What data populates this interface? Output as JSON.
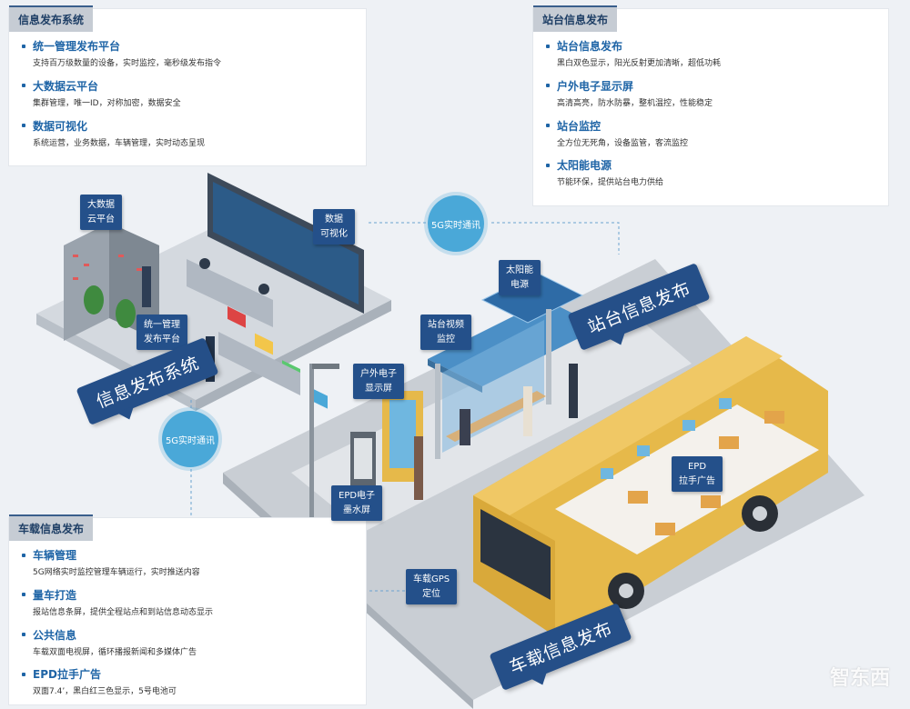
{
  "panels": {
    "publish": {
      "title": "信息发布系统",
      "items": [
        {
          "title": "统一管理发布平台",
          "desc": "支持百万级数量的设备，实时监控，毫秒级发布指令"
        },
        {
          "title": "大数据云平台",
          "desc": "集群管理，唯一ID，对称加密，数据安全"
        },
        {
          "title": "数据可视化",
          "desc": "系统运营，业务数据，车辆管理，实时动态呈现"
        }
      ]
    },
    "station": {
      "title": "站台信息发布",
      "items": [
        {
          "title": "站台信息发布",
          "desc": "黑白双色显示，阳光反射更加清晰，超低功耗"
        },
        {
          "title": "户外电子显示屏",
          "desc": "高清高亮，防水防暴，整机温控，性能稳定"
        },
        {
          "title": "站台监控",
          "desc": "全方位无死角，设备监管，客流监控"
        },
        {
          "title": "太阳能电源",
          "desc": "节能环保，提供站台电力供给"
        }
      ]
    },
    "vehicle": {
      "title": "车载信息发布",
      "items": [
        {
          "title": "车辆管理",
          "desc": "5G网络实时监控管理车辆运行，实时推送内容"
        },
        {
          "title": "量车打造",
          "desc": "报站信息条屏，提供全程站点和到站信息动态显示"
        },
        {
          "title": "公共信息",
          "desc": "车载双面电视屏，循环播报新闻和多媒体广告"
        },
        {
          "title": "EPD拉手广告",
          "desc": "双面7.4’，黑白红三色显示，5号电池可"
        }
      ]
    }
  },
  "labels": {
    "bigdata": "大数据\n云平台",
    "visual": "数据\n可视化",
    "unified": "统一管理\n发布平台",
    "solar": "太阳能\n电源",
    "video": "站台视频\n监控",
    "outdoor": "户外电子\n显示屏",
    "epd_ink": "EPD电子\n墨水屏",
    "epd_ad": "EPD\n拉手广告",
    "gps": "车载GPS\n定位"
  },
  "banners": {
    "publish": "信息发布系统",
    "station": "站台信息发布",
    "vehicle": "车载信息发布"
  },
  "bubbles": {
    "top": "5G实时通讯",
    "left": "5G实时通讯"
  },
  "watermark": "智东西",
  "colors": {
    "label_bg": "#24508a",
    "accent": "#1e64a6",
    "bubble": "#4aa8d8",
    "bus": "#e6b94a"
  }
}
